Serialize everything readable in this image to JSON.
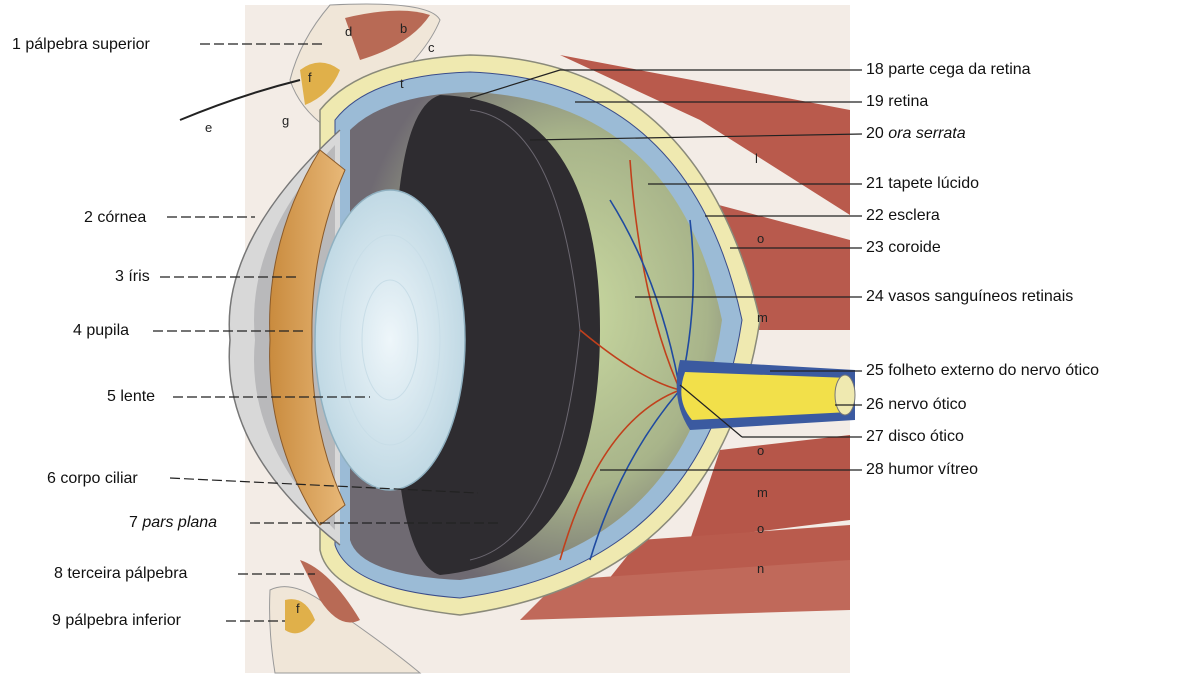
{
  "colors": {
    "background": "#f3ece6",
    "sclera": "#efe9b0",
    "retina_dark": "#2b2a2c",
    "muscle": "#b5584b",
    "nerve": "#f2e04a",
    "lens": "#dcecf3",
    "iris": "#d7a25b"
  },
  "labels_left": [
    {
      "num": "1",
      "text": "pálpebra superior"
    },
    {
      "num": "2",
      "text": "córnea"
    },
    {
      "num": "3",
      "text": "íris"
    },
    {
      "num": "4",
      "text": "pupila"
    },
    {
      "num": "5",
      "text": "lente"
    },
    {
      "num": "6",
      "text": "corpo ciliar"
    },
    {
      "num": "7",
      "text": "pars plana",
      "italic": true
    },
    {
      "num": "8",
      "text": "terceira pálpebra"
    },
    {
      "num": "9",
      "text": "pálpebra inferior"
    }
  ],
  "labels_right": [
    {
      "num": "18",
      "text": "parte cega da retina"
    },
    {
      "num": "19",
      "text": "retina"
    },
    {
      "num": "20",
      "text": "ora serrata",
      "italic": true
    },
    {
      "num": "21",
      "text": "tapete lúcido"
    },
    {
      "num": "22",
      "text": "esclera"
    },
    {
      "num": "23",
      "text": "coroide"
    },
    {
      "num": "24",
      "text": "vasos sanguíneos retinais"
    },
    {
      "num": "25",
      "text": "folheto externo do nervo ótico"
    },
    {
      "num": "26",
      "text": "nervo ótico"
    },
    {
      "num": "27",
      "text": "disco ótico"
    },
    {
      "num": "28",
      "text": "humor vítreo"
    }
  ],
  "letters": [
    "b",
    "c",
    "d",
    "e",
    "f",
    "g",
    "t",
    "l",
    "o",
    "m",
    "o",
    "m",
    "o",
    "n",
    "f"
  ]
}
